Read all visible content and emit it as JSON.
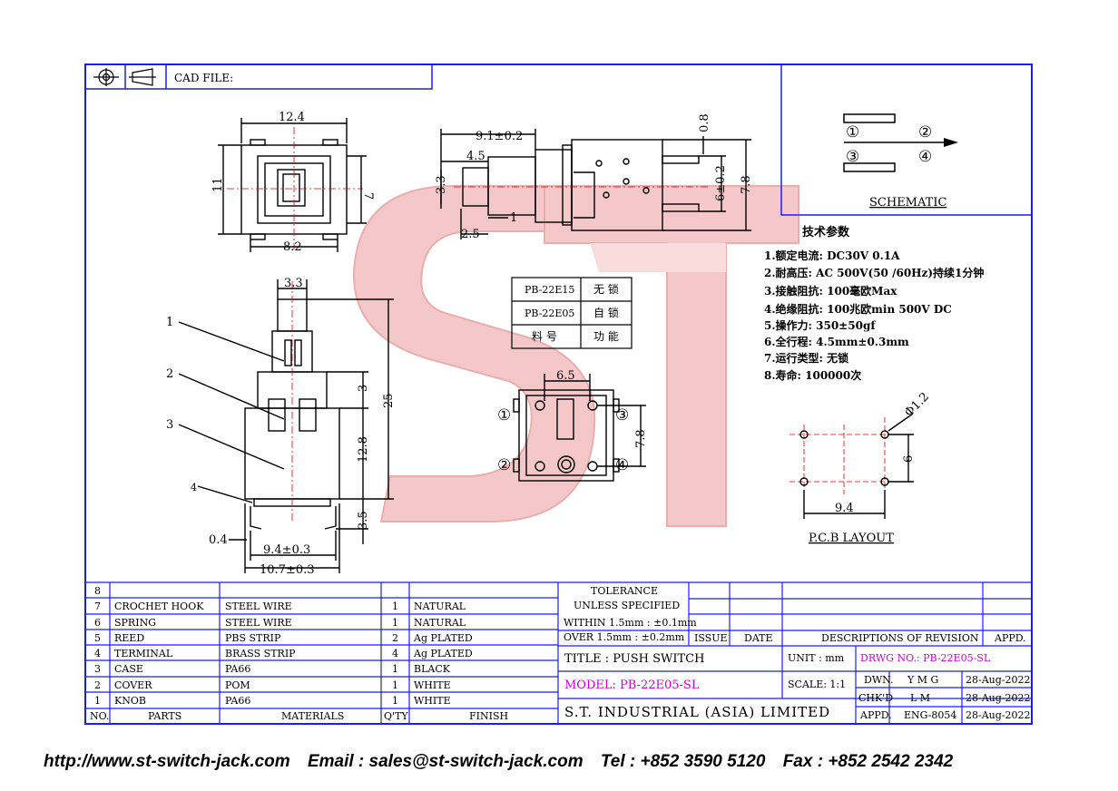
{
  "header": {
    "cad_file": "CAD FILE:"
  },
  "dimensions": {
    "top_width": "12.4",
    "top_height": "11",
    "top_inner": "7",
    "top_bottom": "8.2",
    "side_overall": "9.1±0.2",
    "side_plunger": "4.5",
    "side_knob_h": "3.3",
    "side_base": "2.5",
    "side_gap": "1",
    "side_top": "0.8",
    "side_pin_span": "6±0.2",
    "side_height": "7.8",
    "front_knob": "3.3",
    "front_overall": "25",
    "front_step": "3",
    "front_body": "12.8",
    "front_pin": "3.5",
    "front_pin_t": "0.4",
    "front_pin_span": "9.4±0.3",
    "front_width": "10.7±0.3",
    "bottom_top": "6.5",
    "bottom_right": "7.8",
    "pcb_hole": "Φ1.2",
    "pcb_v": "6",
    "pcb_h": "9.4"
  },
  "callouts": [
    "1",
    "2",
    "3",
    "4"
  ],
  "pins": [
    "①",
    "②",
    "③",
    "④"
  ],
  "schematic_title": "SCHEMATIC",
  "pcb_title": "P.C.B LAYOUT",
  "models": [
    {
      "model": "PB-22E15",
      "type": "无 锁"
    },
    {
      "model": "PB-22E05",
      "type": "自 锁"
    },
    {
      "model": "料 号",
      "type": "功 能"
    }
  ],
  "specs": {
    "title": "技术参数",
    "items": [
      "1.额定电流: DC30V 0.1A",
      "2.耐高压: AC 500V(50 /60Hz)持续1分钟",
      "3.接触阻抗: 100毫欧Max",
      "4.绝缘阻抗: 100兆欧min 500V DC",
      "5.操作力: 350±50gf",
      "6.全行程: 4.5mm±0.3mm",
      "7.运行类型: 无锁",
      "8.寿命: 100000次"
    ]
  },
  "bom": {
    "headers": {
      "no": "NO.",
      "parts": "PARTS",
      "materials": "MATERIALS",
      "qty": "Q'TY",
      "finish": "FINISH"
    },
    "rows": [
      {
        "no": "8",
        "part": "",
        "material": "",
        "qty": "",
        "finish": ""
      },
      {
        "no": "7",
        "part": "CROCHET HOOK",
        "material": "STEEL WIRE",
        "qty": "1",
        "finish": "NATURAL"
      },
      {
        "no": "6",
        "part": "SPRING",
        "material": "STEEL WIRE",
        "qty": "1",
        "finish": "NATURAL"
      },
      {
        "no": "5",
        "part": "REED",
        "material": "PBS STRIP",
        "qty": "2",
        "finish": "Ag PLATED"
      },
      {
        "no": "4",
        "part": "TERMINAL",
        "material": "BRASS STRIP",
        "qty": "4",
        "finish": "Ag PLATED"
      },
      {
        "no": "3",
        "part": "CASE",
        "material": "PA66",
        "qty": "1",
        "finish": "BLACK"
      },
      {
        "no": "2",
        "part": "COVER",
        "material": "POM",
        "qty": "1",
        "finish": "WHITE"
      },
      {
        "no": "1",
        "part": "KNOB",
        "material": "PA66",
        "qty": "1",
        "finish": "WHITE"
      }
    ]
  },
  "tolerance": {
    "line1": "TOLERANCE",
    "line2": "UNLESS   SPECIFIED",
    "within": "WITHIN  1.5mm : ±0.1mm",
    "over": "OVER    1.5mm : ±0.2mm"
  },
  "revision": {
    "issue": "ISSUE",
    "date": "DATE",
    "desc": "DESCRIPTIONS OF REVISION",
    "appd": "APPD."
  },
  "title_block": {
    "title": "TITLE : PUSH SWITCH",
    "unit": "UNIT :   mm",
    "drwg": "DRWG NO.: PB-22E05-SL",
    "model": "MODEL: PB-22E05-SL",
    "scale": "SCALE:   1:1",
    "company": "S.T. INDUSTRIAL (ASIA) LIMITED",
    "dwn_label": "DWN.",
    "dwn": "Y M G",
    "dwn_date": "28-Aug-2022",
    "chkd_label": "CHK'D",
    "chkd": "L M",
    "chkd_date": "28-Aug-2022",
    "appd_label": "APPD.",
    "appd": "ENG-8054",
    "appd_date": "28-Aug-2022"
  },
  "watermark": "ST",
  "footer": {
    "website": "http://www.st-switch-jack.com",
    "email": "Email : sales@st-switch-jack.com",
    "tel": "Tel : +852 3590 5120",
    "fax": "Fax : +852 2542 2342"
  },
  "colors": {
    "frame": "#1a1aff",
    "drawing": "#000000",
    "watermark": "#f2b8b8",
    "centerline": "#e00000",
    "magenta": "#d000d0"
  }
}
